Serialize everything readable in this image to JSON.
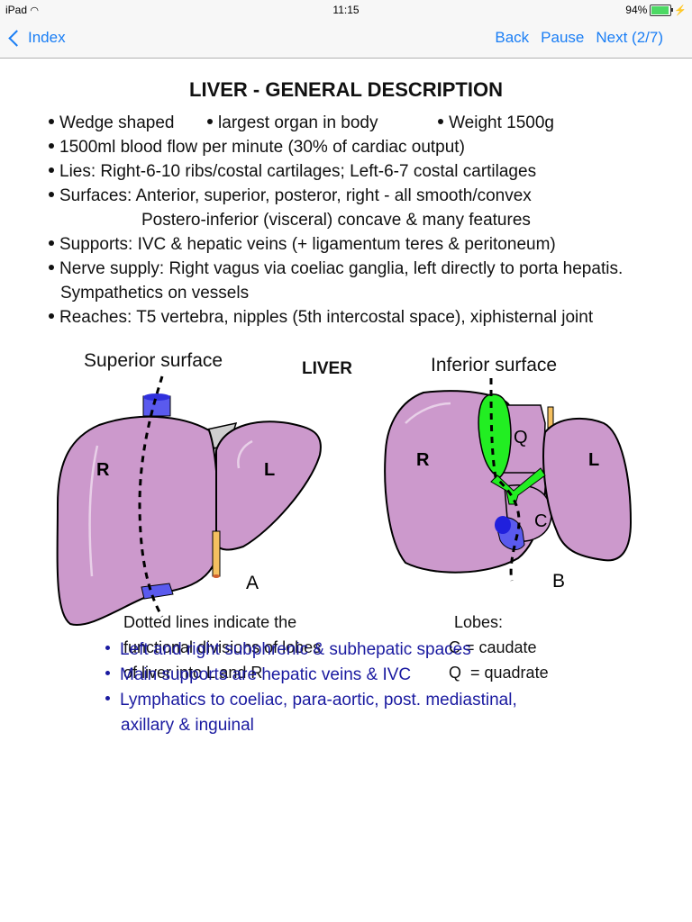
{
  "status_bar": {
    "device": "iPad",
    "time": "11:15",
    "battery_percent": "94%",
    "battery_level": 0.94
  },
  "nav": {
    "back_label": "Index",
    "buttons": [
      "Back",
      "Pause",
      "Next (2/7)"
    ]
  },
  "slide": {
    "title": "LIVER - GENERAL DESCRIPTION",
    "bullets_row1": [
      "Wedge shaped",
      "largest organ in body",
      "Weight 1500g"
    ],
    "bullets": [
      "1500ml blood flow per minute (30% of cardiac output)",
      "Lies: Right-6-10 ribs/costal cartilages; Left-6-7 costal cartilages",
      "Surfaces: Anterior, superior, posteror, right - all smooth/convex",
      "Postero-inferior (visceral) concave & many features",
      "Supports: IVC & hepatic veins (+ ligamentum teres & peritoneum)",
      "Nerve supply: Right vagus via coeliac ganglia, left directly to porta hepatis.",
      "Sympathetics on vessels",
      "Reaches: T5 vertebra, nipples (5th intercostal space), xiphisternal joint"
    ],
    "diagram": {
      "center_label": "LIVER",
      "superior": {
        "title": "Superior surface",
        "right": "R",
        "left": "L",
        "tag": "A"
      },
      "inferior": {
        "title": "Inferior surface",
        "right": "R",
        "left": "L",
        "quadrate": "Q",
        "caudate": "C",
        "tag": "B"
      },
      "colors": {
        "liver": "#cc99cc",
        "vein": "#5a5aee",
        "gallbladder": "#22ee22",
        "ligament": "#f5c060"
      }
    },
    "dotted_note": [
      "Dotted lines indicate the",
      "functional divisions of lobes",
      "of liver into L and R"
    ],
    "lobes_note": [
      "Lobes:",
      "C = caudate",
      "Q  = quadrate"
    ],
    "blue_bullets": [
      "Left and right subphrenic & subhepatic spaces",
      "Main supports are hepatic veins & IVC",
      "Lymphatics to coeliac, para-aortic, post. mediastinal,",
      "axillary & inguinal"
    ]
  }
}
